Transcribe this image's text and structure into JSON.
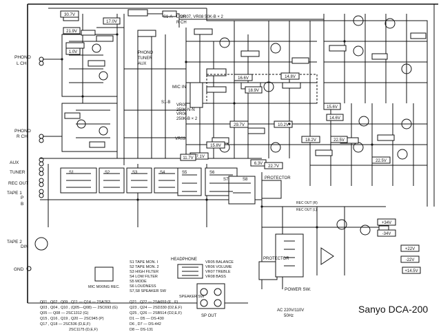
{
  "title": "Sanyo DCA-200",
  "io_labels": {
    "phono_l": [
      "PHONO",
      "L CH"
    ],
    "phono_r": [
      "PHONO",
      "R CH"
    ],
    "aux": "AUX",
    "tuner": "TUNER",
    "rec_out": "REC OUT",
    "tape_1": "TAPE 1",
    "tape_2": "TAPE 2",
    "p": "P",
    "b": "B",
    "din": "DIN",
    "gnd": "GND",
    "mic_in": "MIC IN",
    "mic_mixing_rec": "MIC MIXING REC.",
    "headphone": "HEADPHONE",
    "sp_out": "SP OUT",
    "protector": "PROTECTOR",
    "power_sw": "POWER SW.",
    "ac_line": [
      "AC 220V/110V",
      "50Hz"
    ],
    "rec_out_r": "REC OUT (R)",
    "rec_out_l": "REC OUT (L)",
    "speaker_sw": "SPEAKER SW"
  },
  "selector_labels": {
    "s1a": "S1-A",
    "s1b": "S1-B",
    "lch": "L CH",
    "rch": "R CH",
    "sources": [
      "PHONO",
      "TUNER",
      "AUX"
    ],
    "switches": [
      "S1",
      "S2",
      "S3",
      "S4",
      "S5",
      "S6",
      "S7",
      "S8"
    ]
  },
  "vr_labels": {
    "vr07_08": "VR07, VR08  50K-B × 2",
    "vr05": [
      "VR05",
      "250K-N-N"
    ],
    "vr06": [
      "VR06",
      "250K-B × 2"
    ],
    "vr03": "VR03"
  },
  "switch_legend": [
    "S1      TAPE MON. I",
    "S2      TAPE MON. 2",
    "S3      HIGH FILTER",
    "S4      LOW FILTER",
    "S5      MODE",
    "S6      LOUDNESS",
    "S7,S8   SPEAKER SW"
  ],
  "vr_legend": [
    "VR05    BALANCE",
    "VR06    VOLUME",
    "VR07    TREBLE",
    "VR08    BASS"
  ],
  "transistor_legend": [
    "Q01 , Q02 , Q09 , Q11 — Q14 — 2SA763",
    "Q03 , Q04 , Q10 , (Q05—Q08) — 2SC693 (G)",
    "Q05 — Q08 — 2SC1312 (G)",
    "Q15 , Q16 , Q19 , Q20 — 2SC945 (P)",
    "Q17 , Q18 — 2SC536 (D,E,F)",
    "2SC1175 (D,E,F)"
  ],
  "diode_legend": [
    "Q21 , Q22 — 2SA659 (E , F)",
    "Q23 , Q24 — 2SD330 (D2,E,F)",
    "Q25 , Q26 — 2SB514 (D2,E,F)",
    "D1 — D5 — DS-430",
    "D6 , D7 — DS-442",
    "D8 — DS-131"
  ],
  "voltages": [
    "30.7V",
    "17.0V",
    "21.9V",
    "1.0V",
    "14.8V",
    "16.6V",
    "18.9V",
    "15.6V",
    "14.6V",
    "22.5V",
    "18.2V",
    "10.2V",
    "29.7V",
    "15.8V",
    "27.1V",
    "22.5V",
    "6.3V",
    "11.7V",
    "+22V",
    "-22V",
    "+34V",
    "-34V",
    "22.7V",
    "+14.5V"
  ]
}
